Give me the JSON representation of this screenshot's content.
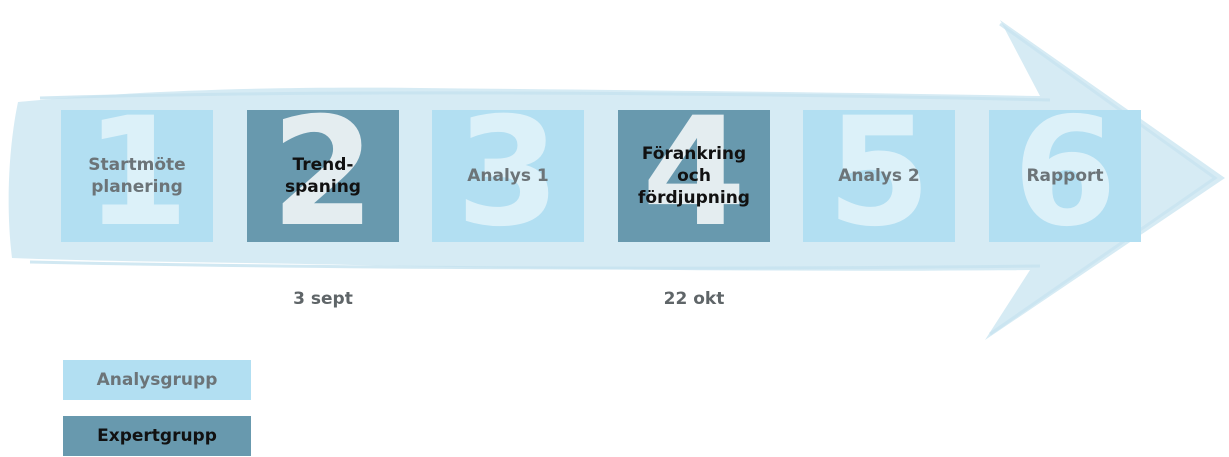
{
  "colors": {
    "arrow": "#d6ebf4",
    "analysgrupp": "#b2dff2",
    "expertgrupp": "#6899ae"
  },
  "steps": [
    {
      "number": "1",
      "label": "Startmöte\nplanering",
      "group": "analys"
    },
    {
      "number": "2",
      "label": "Trend-\nspaning",
      "group": "expert"
    },
    {
      "number": "3",
      "label": "Analys 1",
      "group": "analys"
    },
    {
      "number": "4",
      "label": "Förankring\noch\nfördjupning",
      "group": "expert"
    },
    {
      "number": "5",
      "label": "Analys 2",
      "group": "analys"
    },
    {
      "number": "6",
      "label": "Rapport",
      "group": "analys"
    }
  ],
  "dates": [
    {
      "step": "2",
      "text": "3 sept"
    },
    {
      "step": "4",
      "text": "22 okt"
    }
  ],
  "legend": {
    "analys": "Analysgrupp",
    "expert": "Expertgrupp"
  }
}
